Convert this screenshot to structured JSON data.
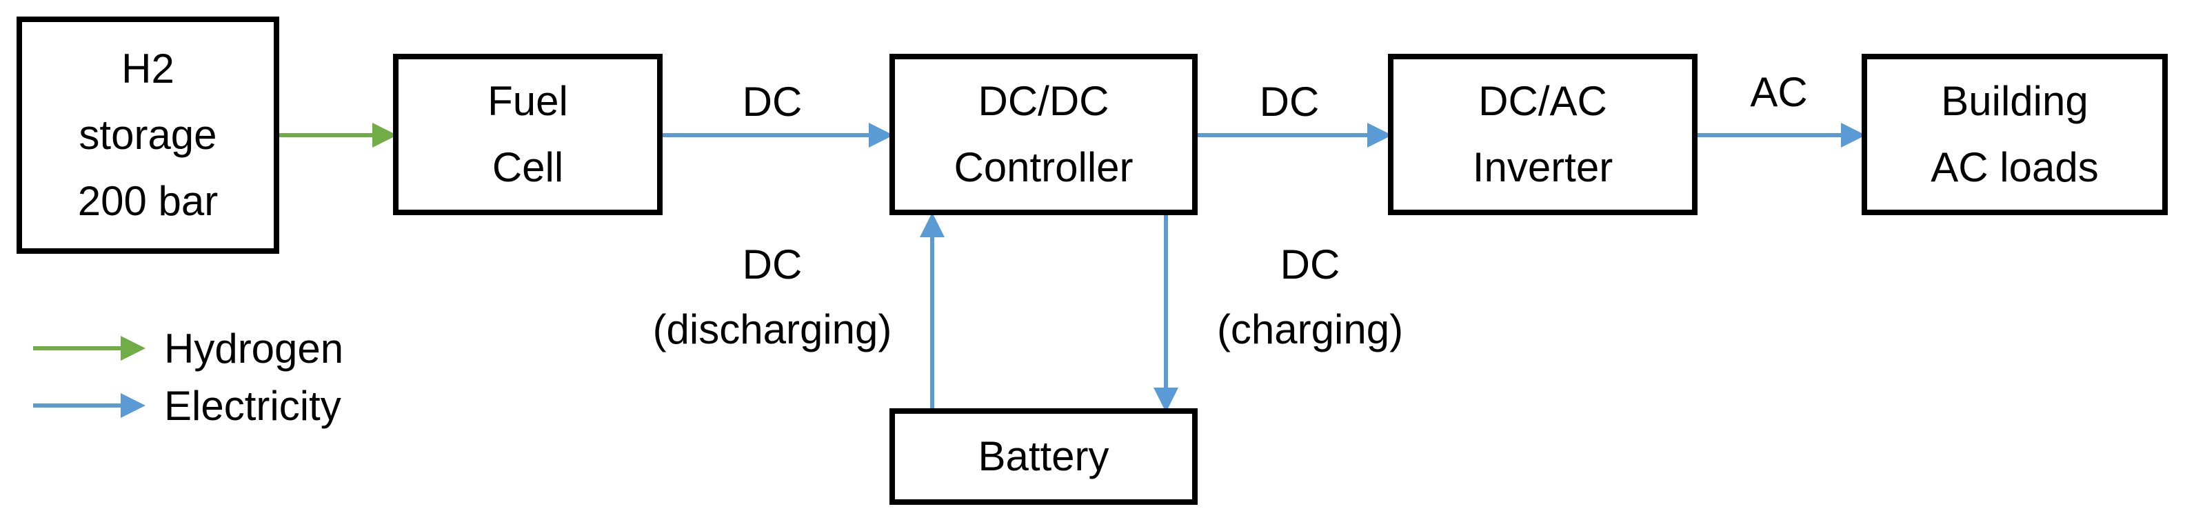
{
  "colors": {
    "hydrogen": "#70ad47",
    "electricity": "#5b9bd5",
    "border": "#000000"
  },
  "blocks": {
    "h2_storage": [
      "H2",
      "storage",
      "200 bar"
    ],
    "fuel_cell": [
      "Fuel",
      "Cell"
    ],
    "dcdc_controller": [
      "DC/DC",
      "Controller"
    ],
    "dcac_inverter": [
      "DC/AC",
      "Inverter"
    ],
    "building_loads": [
      "Building",
      "AC loads"
    ],
    "battery": [
      "Battery"
    ]
  },
  "flow_labels": {
    "fuelcell_to_controller": "DC",
    "controller_to_inverter": "DC",
    "inverter_to_loads": "AC",
    "discharging_line1": "DC",
    "discharging_line2": "(discharging)",
    "charging_line1": "DC",
    "charging_line2": "(charging)"
  },
  "legend": {
    "hydrogen": "Hydrogen",
    "electricity": "Electricity"
  }
}
